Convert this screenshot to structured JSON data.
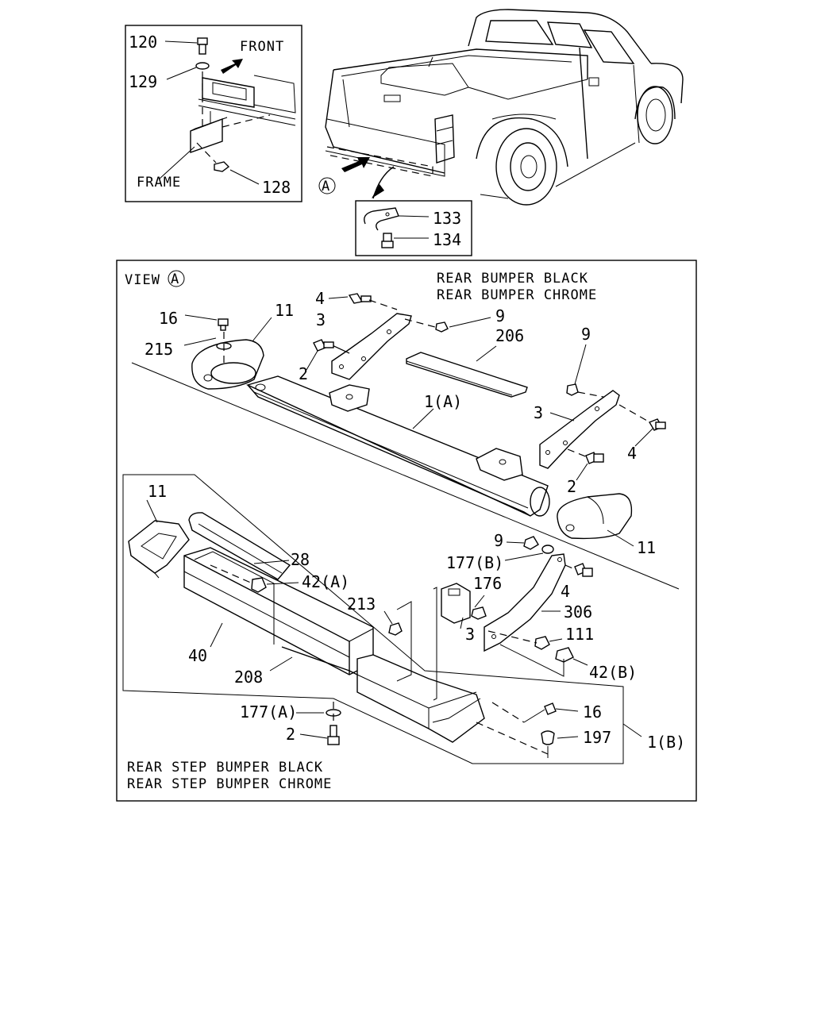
{
  "inset_top": {
    "front": "FRONT",
    "frame": "FRAME",
    "p120": "120",
    "p129": "129",
    "p128": "128"
  },
  "view_marker": "A",
  "hook_inset": {
    "p133": "133",
    "p134": "134"
  },
  "main": {
    "view_label": "VIEW",
    "view_letter": "A",
    "title_line1": "REAR BUMPER BLACK",
    "title_line2": "REAR BUMPER CHROME",
    "bottom_line1": "REAR STEP BUMPER BLACK",
    "bottom_line2": "REAR STEP BUMPER CHROME",
    "callouts": {
      "p16a": "16",
      "p215": "215",
      "p11a": "11",
      "p4a": "4",
      "p3a": "3",
      "p2a": "2",
      "p9a": "9",
      "p206": "206",
      "p9b": "9",
      "p3b": "3",
      "p1a": "1(A)",
      "p4b": "4",
      "p2b": "2",
      "p11b": "11",
      "p11c": "11",
      "p28": "28",
      "p42a": "42(A)",
      "p9c": "9",
      "p177b": "177(B)",
      "p176": "176",
      "p4c": "4",
      "p213": "213",
      "p306": "306",
      "p3c": "3",
      "p111": "111",
      "p40": "40",
      "p42b": "42(B)",
      "p208": "208",
      "p177a": "177(A)",
      "p16b": "16",
      "p2c": "2",
      "p197": "197",
      "p1b": "1(B)"
    }
  }
}
